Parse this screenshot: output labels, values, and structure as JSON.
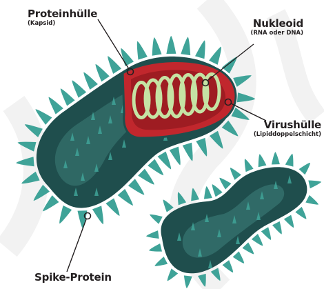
{
  "labels": {
    "capsid": {
      "title": "Proteinhülle",
      "subtitle": "(Kapsid)"
    },
    "nucleoid": {
      "title": "Nukleoid",
      "subtitle": "(RNA oder DNA)"
    },
    "envelope": {
      "title": "Virushülle",
      "subtitle": "(Lipiddoppelschicht)"
    },
    "spike": {
      "title": "Spike-Protein"
    }
  },
  "colors": {
    "body_dark": "#1f4e4d",
    "body_light": "#3a7a75",
    "spike": "#3fa398",
    "capsid_red": "#c1272d",
    "rna_coil": "#c5e3a4",
    "leader_line": "#231f20",
    "dna_watermark": "#f2f2f2"
  }
}
